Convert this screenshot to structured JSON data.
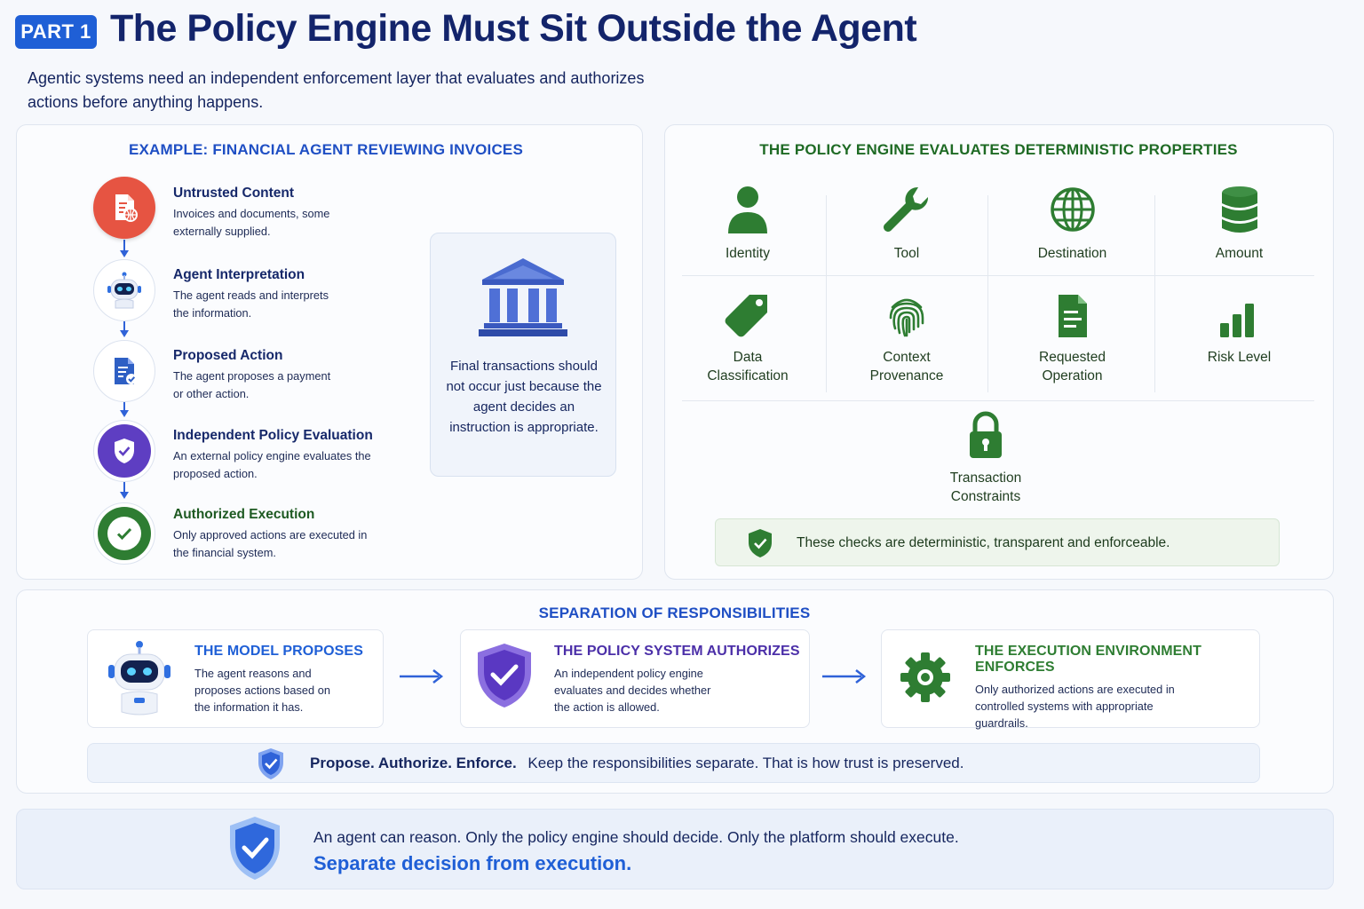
{
  "header": {
    "badge": "PART 1",
    "title": "The Policy Engine Must Sit Outside the Agent",
    "subtitle": "Agentic systems need an independent enforcement layer that evaluates and authorizes actions before anything happens."
  },
  "example": {
    "title": "EXAMPLE: FINANCIAL AGENT REVIEWING INVOICES",
    "steps": [
      {
        "title": "Untrusted Content",
        "desc": "Invoices and documents, some externally supplied.",
        "icon": "document-globe-icon"
      },
      {
        "title": "Agent Interpretation",
        "desc": "The agent reads and interprets the information.",
        "icon": "robot-icon"
      },
      {
        "title": "Proposed Action",
        "desc": "The agent proposes a payment or other action.",
        "icon": "document-check-icon"
      },
      {
        "title": "Independent Policy Evaluation",
        "desc": "An external policy engine evaluates the proposed action.",
        "icon": "shield-check-icon"
      },
      {
        "title": "Authorized Execution",
        "desc": "Only approved actions are executed in the financial system.",
        "icon": "check-circle-icon"
      }
    ],
    "callout": "Final transactions should not occur just because the agent decides an instruction is appropriate.",
    "callout_icon": "bank-icon"
  },
  "properties": {
    "title": "THE POLICY ENGINE EVALUATES DETERMINISTIC PROPERTIES",
    "items": [
      {
        "label": "Identity",
        "icon": "person-icon"
      },
      {
        "label": "Tool",
        "icon": "wrench-icon"
      },
      {
        "label": "Destination",
        "icon": "globe-icon"
      },
      {
        "label": "Amount",
        "icon": "database-icon"
      },
      {
        "label": "Data Classification",
        "icon": "tag-icon"
      },
      {
        "label": "Context Provenance",
        "icon": "fingerprint-icon"
      },
      {
        "label": "Requested Operation",
        "icon": "document-icon"
      },
      {
        "label": "Risk Level",
        "icon": "bar-chart-icon"
      },
      {
        "label": "Transaction Constraints",
        "icon": "lock-icon"
      }
    ],
    "note": "These checks are deterministic, transparent and enforceable."
  },
  "separation": {
    "title": "SEPARATION OF RESPONSIBILITIES",
    "boxes": [
      {
        "title": "THE MODEL PROPOSES",
        "desc": "The agent reasons and proposes actions based on the information it has.",
        "icon": "robot-icon",
        "color": "#1f5fd6"
      },
      {
        "title": "THE POLICY SYSTEM AUTHORIZES",
        "desc": "An independent policy engine evaluates and decides whether the action is allowed.",
        "icon": "shield-check-icon",
        "color": "#4b2fa8"
      },
      {
        "title": "THE EXECUTION ENVIRONMENT ENFORCES",
        "desc": "Only authorized actions are executed in controlled systems with appropriate guardrails.",
        "icon": "gear-icon",
        "color": "#2e7d32"
      }
    ],
    "motto_bold": "Propose. Authorize. Enforce.",
    "motto_rest": "Keep the responsibilities separate. That is how trust is preserved."
  },
  "footer": {
    "line1": "An agent can reason. Only the policy engine should decide. Only the platform should execute.",
    "line2": "Separate decision from execution."
  },
  "colors": {
    "navy": "#13246b",
    "blue": "#1f5fd6",
    "green": "#2e7d32",
    "purple": "#4b2fa8",
    "red": "#e0513f"
  }
}
